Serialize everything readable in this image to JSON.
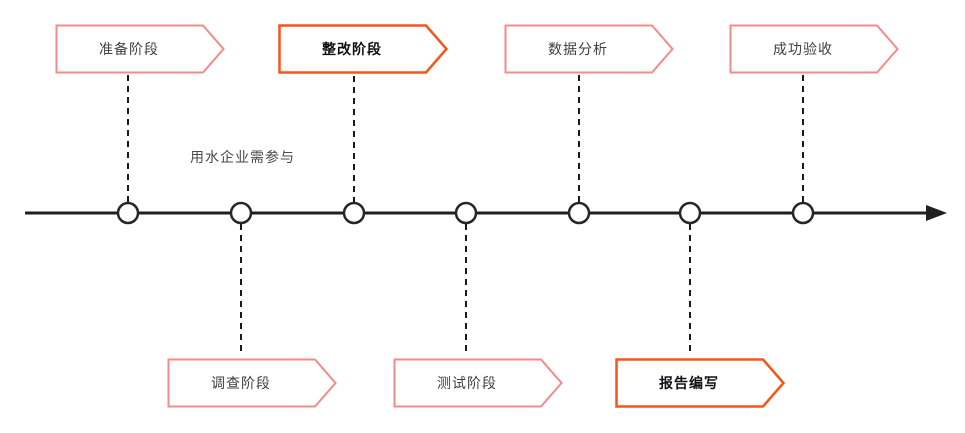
{
  "diagram": {
    "type": "timeline-flowchart",
    "annotation": {
      "text": "用水企业需参与"
    },
    "stages": [
      {
        "label": "准备阶段",
        "row": "top",
        "emphasis": false,
        "node_index": 0
      },
      {
        "label": "整改阶段",
        "row": "top",
        "emphasis": true,
        "node_index": 2
      },
      {
        "label": "数据分析",
        "row": "top",
        "emphasis": false,
        "node_index": 4
      },
      {
        "label": "成功验收",
        "row": "top",
        "emphasis": false,
        "node_index": 6
      },
      {
        "label": "调查阶段",
        "row": "bottom",
        "emphasis": false,
        "node_index": 1
      },
      {
        "label": "测试阶段",
        "row": "bottom",
        "emphasis": false,
        "node_index": 3
      },
      {
        "label": "报告编写",
        "row": "bottom",
        "emphasis": true,
        "node_index": 5
      }
    ],
    "timeline": {
      "node_count": 7,
      "direction": "right"
    },
    "colors": {
      "flag_border_normal": "#f58a88",
      "flag_border_emphasis": "#f8541a",
      "flag_fill": "#ffffff",
      "timeline_line": "#1f1f1f",
      "node_fill": "#ffffff",
      "node_stroke": "#262626",
      "connector": "#1a1a1a",
      "text_normal": "#404040",
      "text_emphasis": "#111111",
      "background": "#ffffff"
    }
  }
}
